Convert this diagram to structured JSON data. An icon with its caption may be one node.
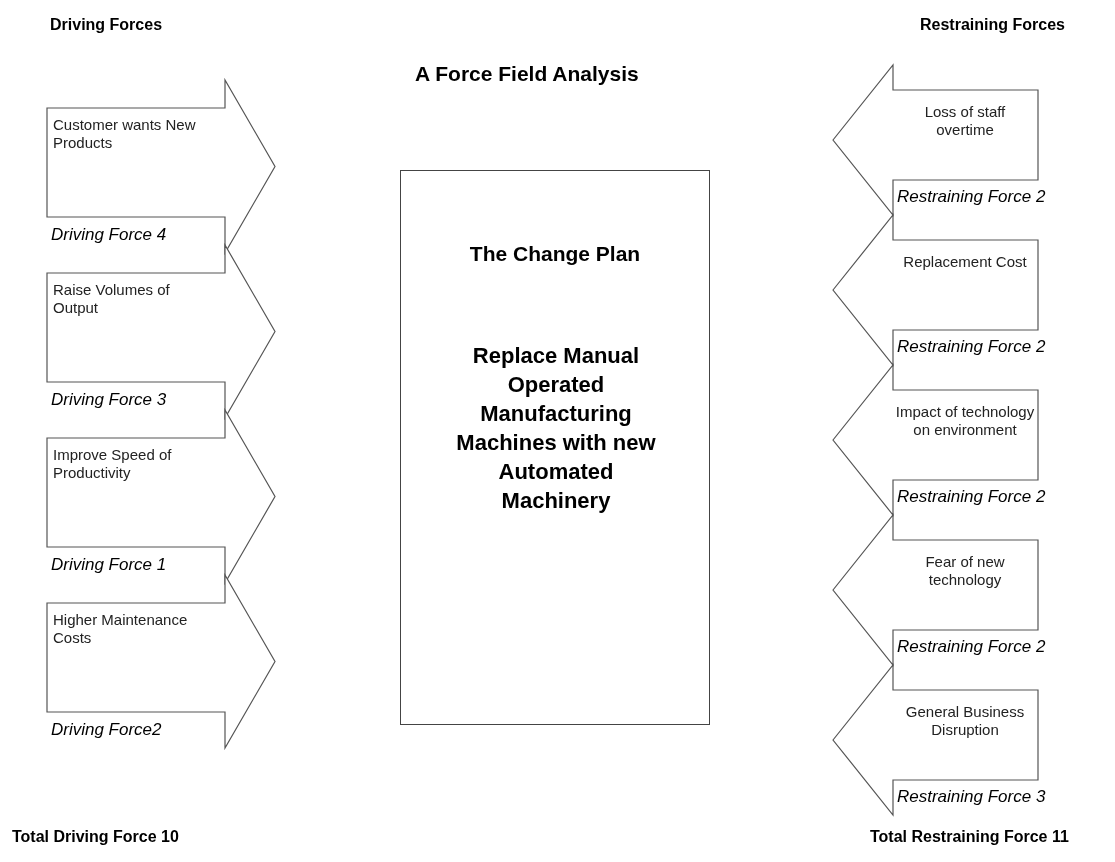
{
  "diagram": {
    "title": "A Force Field Analysis",
    "nodes": [
      {
        "text": [
          "Customer wants New Products",
          "Driving Force 4"
        ]
      },
      {
        "text": [
          "Raise Volumes of Output",
          "Driving Force 3"
        ]
      },
      {
        "text": [
          "Improve Speed of Productivity",
          "Driving Force 1"
        ]
      },
      {
        "text": [
          "Higher Maintenance Costs",
          "Driving Force2"
        ]
      },
      {
        "text": [
          "The Change Plan",
          "Replace Manual Operated Manufacturing Machines with new Automated Machinery"
        ]
      },
      {
        "text": [
          "Loss of staff overtime",
          "Restraining Force 2"
        ]
      },
      {
        "text": [
          "Replacement Cost",
          "Restraining Force 2"
        ]
      },
      {
        "text": [
          "Impact of technology on environment",
          "Restraining Force 2"
        ]
      },
      {
        "text": [
          "Fear of new technology",
          "Restraining Force 2"
        ]
      },
      {
        "text": [
          "General Business Disruption",
          "Restraining Force 3"
        ]
      }
    ],
    "labels": [
      "Driving Forces",
      "Restraining Forces",
      "Total Driving Force 10",
      "Total Restraining Force 11"
    ]
  }
}
